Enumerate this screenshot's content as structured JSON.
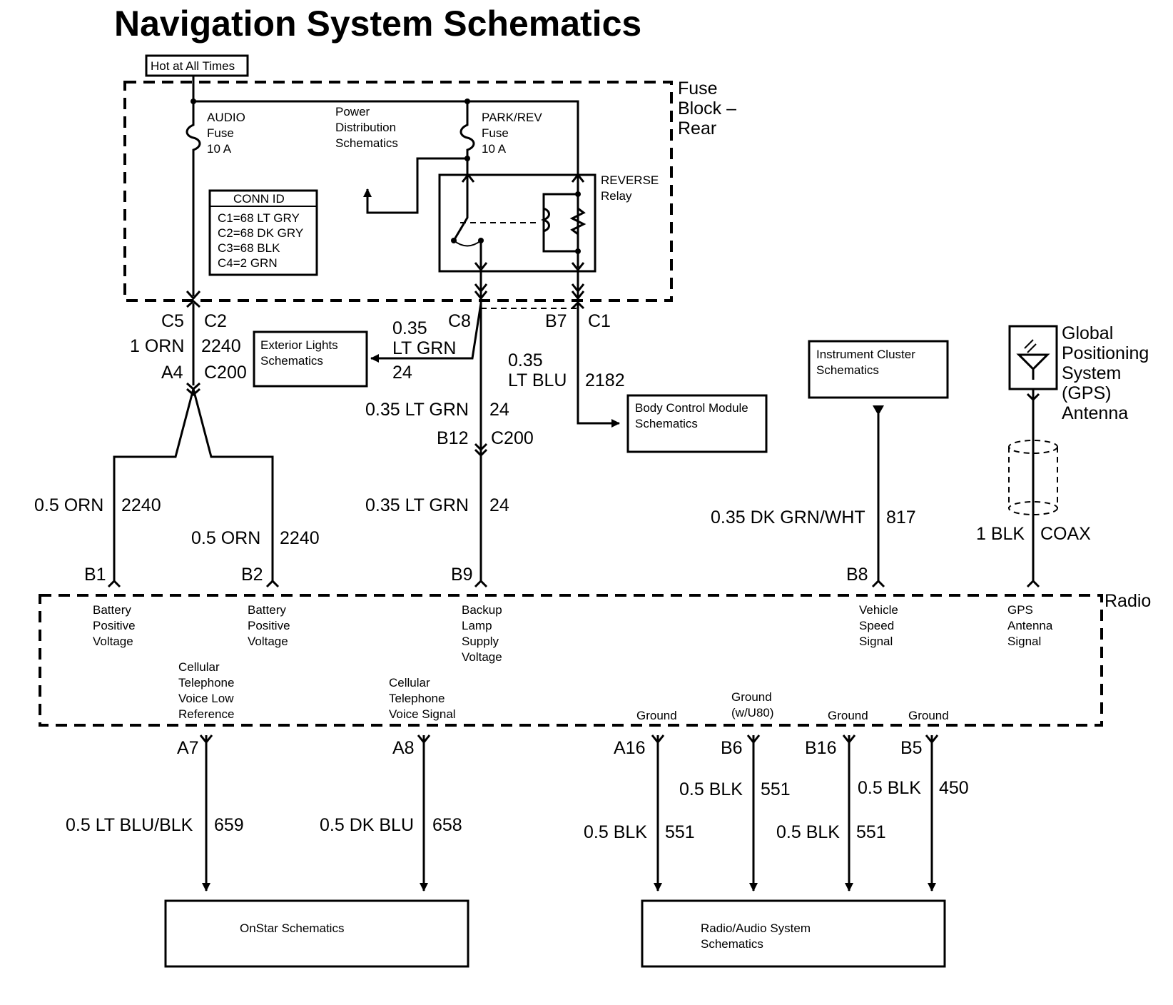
{
  "title": "Navigation System Schematics",
  "hot_label": "Hot at All Times",
  "fuse_block": {
    "line1": "Fuse",
    "line2": "Block –",
    "line3": "Rear"
  },
  "audio_fuse": {
    "line1": "AUDIO",
    "line2": "Fuse",
    "line3": "10 A"
  },
  "power_dist": {
    "line1": "Power",
    "line2": "Distribution",
    "line3": "Schematics"
  },
  "park_fuse": {
    "line1": "PARK/REV",
    "line2": "Fuse",
    "line3": "10 A"
  },
  "reverse_relay": {
    "line1": "REVERSE",
    "line2": "Relay"
  },
  "conn_id": {
    "header": "CONN ID",
    "rows": [
      "C1=68 LT GRY",
      "C2=68 DK GRY",
      "C3=68 BLK",
      "C4=2 GRN"
    ]
  },
  "connectors": {
    "c5": "C5",
    "c2": "C2",
    "a4": "A4",
    "c200_left": "C200",
    "c8": "C8",
    "b7": "B7",
    "c1": "C1",
    "b12": "B12",
    "c200_mid": "C200"
  },
  "wires": {
    "orn1": "1 ORN",
    "orn1_circuit": "2240",
    "ltgrn_short_1": "0.35",
    "ltgrn_short_2": "LT GRN",
    "ltgrn_short_circuit": "24",
    "ltblu_1": "0.35",
    "ltblu_2": "LT BLU",
    "ltblu_circuit": "2182",
    "ltgrn_a": "0.35 LT GRN",
    "ltgrn_a_circuit": "24",
    "ltgrn_b": "0.35 LT GRN",
    "ltgrn_b_circuit": "24",
    "orn_b1": "0.5 ORN",
    "orn_b1_circuit": "2240",
    "orn_b2": "0.5 ORN",
    "orn_b2_circuit": "2240",
    "dkgrn": "0.35 DK GRN/WHT",
    "dkgrn_circuit": "817",
    "coax": "1 BLK",
    "coax_circuit": "COAX",
    "a7_wire": "0.5 LT BLU/BLK",
    "a7_circuit": "659",
    "a8_wire": "0.5 DK BLU",
    "a8_circuit": "658",
    "a16_wire": "0.5 BLK",
    "a16_circuit": "551",
    "b6_wire": "0.5 BLK",
    "b6_circuit": "551",
    "b16_wire": "0.5 BLK",
    "b16_circuit": "551",
    "b5_wire": "0.5 BLK",
    "b5_circuit": "450"
  },
  "boxes": {
    "exterior": {
      "line1": "Exterior Lights",
      "line2": "Schematics"
    },
    "bcm": {
      "line1": "Body Control Module",
      "line2": "Schematics"
    },
    "cluster": {
      "line1": "Instrument Cluster",
      "line2": "Schematics"
    },
    "onstar": {
      "line1": "OnStar Schematics"
    },
    "radio_audio": {
      "line1": "Radio/Audio System",
      "line2": "Schematics"
    }
  },
  "gps": {
    "line1": "Global",
    "line2": "Positioning",
    "line3": "System",
    "line4": "(GPS)",
    "line5": "Antenna"
  },
  "radio": {
    "label": "Radio",
    "pins_top": {
      "b1": "B1",
      "b2": "B2",
      "b9": "B9",
      "b8": "B8"
    },
    "b1_desc": [
      "Battery",
      "Positive",
      "Voltage"
    ],
    "b2_desc": [
      "Battery",
      "Positive",
      "Voltage"
    ],
    "b9_desc": [
      "Backup",
      "Lamp",
      "Supply",
      "Voltage"
    ],
    "b8_desc": [
      "Vehicle",
      "Speed",
      "Signal"
    ],
    "gps_desc": [
      "GPS",
      "Antenna",
      "Signal"
    ],
    "a7_desc": [
      "Cellular",
      "Telephone",
      "Voice Low",
      "Reference"
    ],
    "a8_desc": [
      "Cellular",
      "Telephone",
      "Voice Signal"
    ],
    "ground_a16": "Ground",
    "ground_b6": [
      "Ground",
      "(w/U80)"
    ],
    "ground_b16": "Ground",
    "ground_b5": "Ground",
    "pins_bottom": {
      "a7": "A7",
      "a8": "A8",
      "a16": "A16",
      "b6": "B6",
      "b16": "B16",
      "b5": "B5"
    }
  }
}
